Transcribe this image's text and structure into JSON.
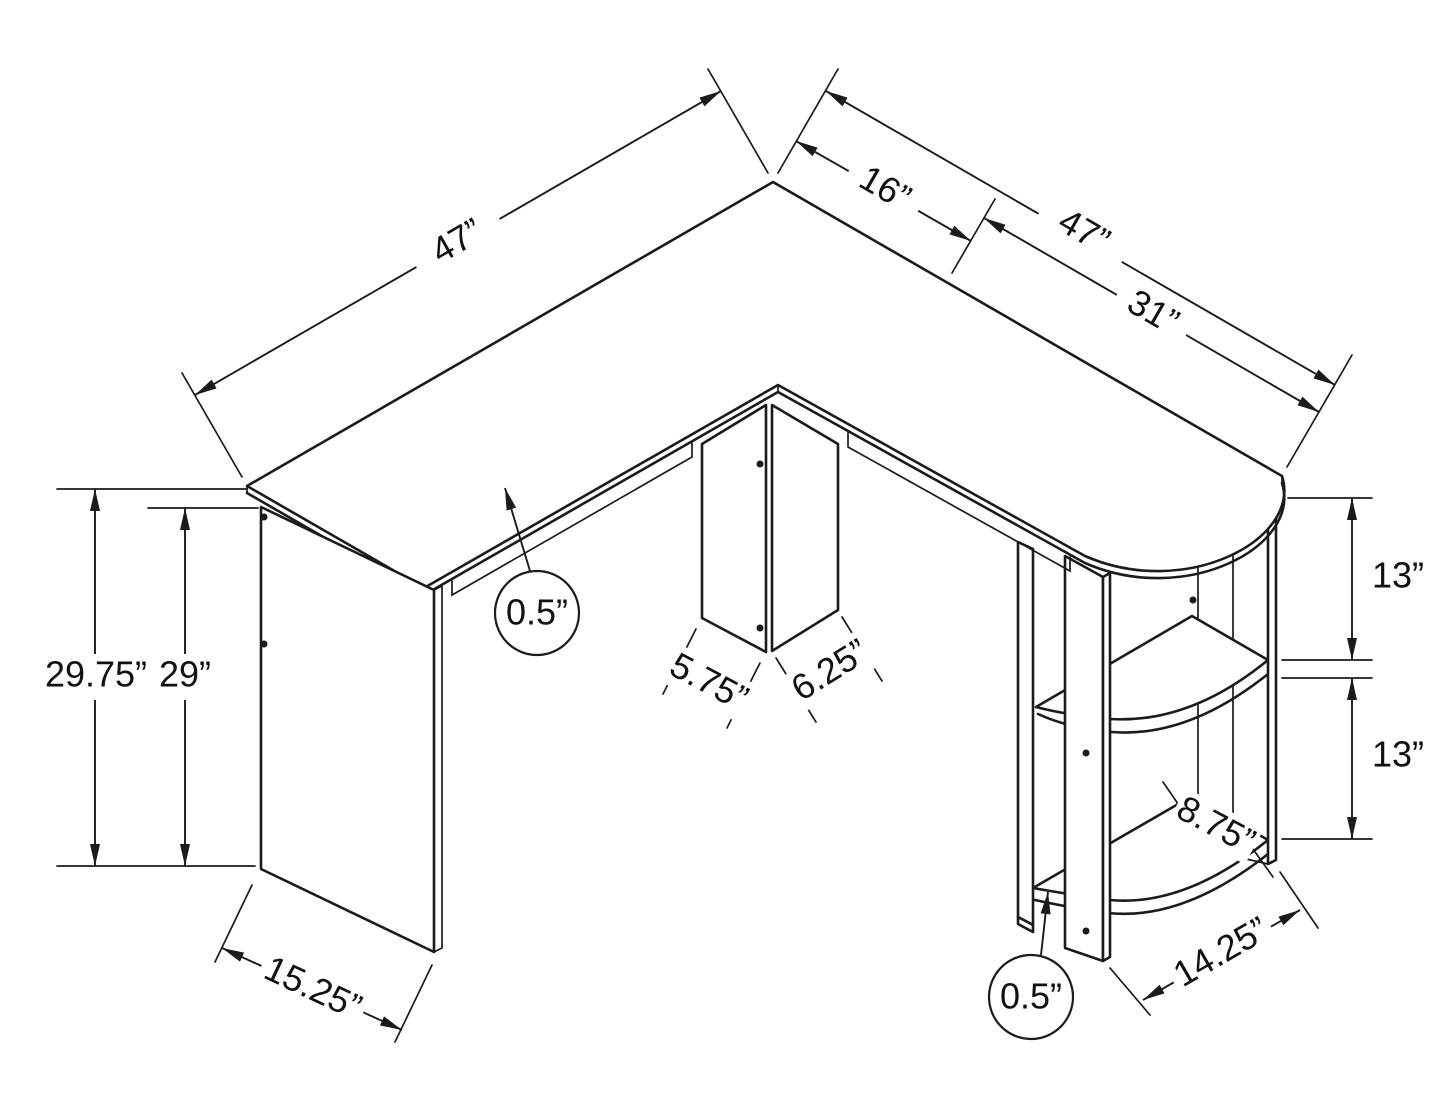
{
  "drawing": {
    "title": "L-shaped desk dimension diagram",
    "style": "black line-art isometric technical drawing on white",
    "line_color": "#1b1b1b",
    "background": "#ffffff"
  },
  "labels": {
    "top_left_47": "47”",
    "top_16": "16”",
    "top_right_47": "47”",
    "right_31": "31”",
    "height_total": "29.75”",
    "height_clearance": "29”",
    "top_thickness": "0.5”",
    "column_left_575": "5.75”",
    "column_right_625": "6.25”",
    "panel_depth_1525": "15.25”",
    "shelf_gap_upper_13": "13”",
    "shelf_gap_lower_13": "13”",
    "shelf_mid_875": "8.75”",
    "shelf_bottom_1425": "14.25”",
    "shelf_thickness": "0.5”"
  }
}
